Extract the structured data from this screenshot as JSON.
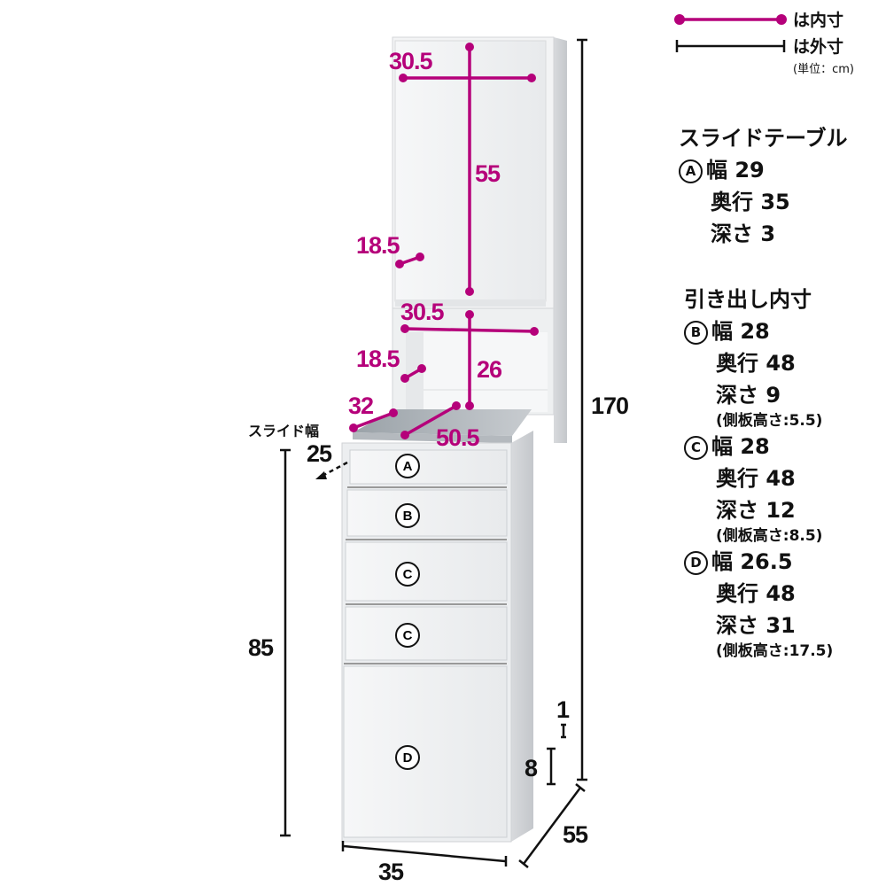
{
  "legend": {
    "inner_label": "は内寸",
    "outer_label": "は外寸",
    "unit": "(単位：cm)",
    "inner_color": "#b5007a",
    "outer_color": "#111111"
  },
  "inner_dims": {
    "upper_width": "30.5",
    "upper_height": "55",
    "upper_depth": "18.5",
    "niche_width": "30.5",
    "niche_height": "26",
    "niche_depth": "18.5",
    "tray_depth": "32",
    "tray_width": "50.5"
  },
  "outer_dims": {
    "total_height": "170",
    "lower_height": "85",
    "width": "35",
    "depth": "55",
    "base_height": "8",
    "gap": "1",
    "slide_label": "スライド幅",
    "slide_value": "25"
  },
  "drawer_labels": [
    "A",
    "B",
    "C",
    "C",
    "D"
  ],
  "specs": {
    "slide_table": {
      "title": "スライドテーブル",
      "mark": "A",
      "width": "幅 29",
      "depth": "奥行 35",
      "deep": "深さ 3"
    },
    "drawers_title": "引き出し内寸",
    "drawers": [
      {
        "mark": "B",
        "width": "幅 28",
        "depth": "奥行 48",
        "deep": "深さ 9",
        "note": "(側板高さ:5.5)"
      },
      {
        "mark": "C",
        "width": "幅 28",
        "depth": "奥行 48",
        "deep": "深さ 12",
        "note": "(側板高さ:8.5)"
      },
      {
        "mark": "D",
        "width": "幅 26.5",
        "depth": "奥行 48",
        "deep": "深さ 31",
        "note": "(側板高さ:17.5)"
      }
    ]
  }
}
